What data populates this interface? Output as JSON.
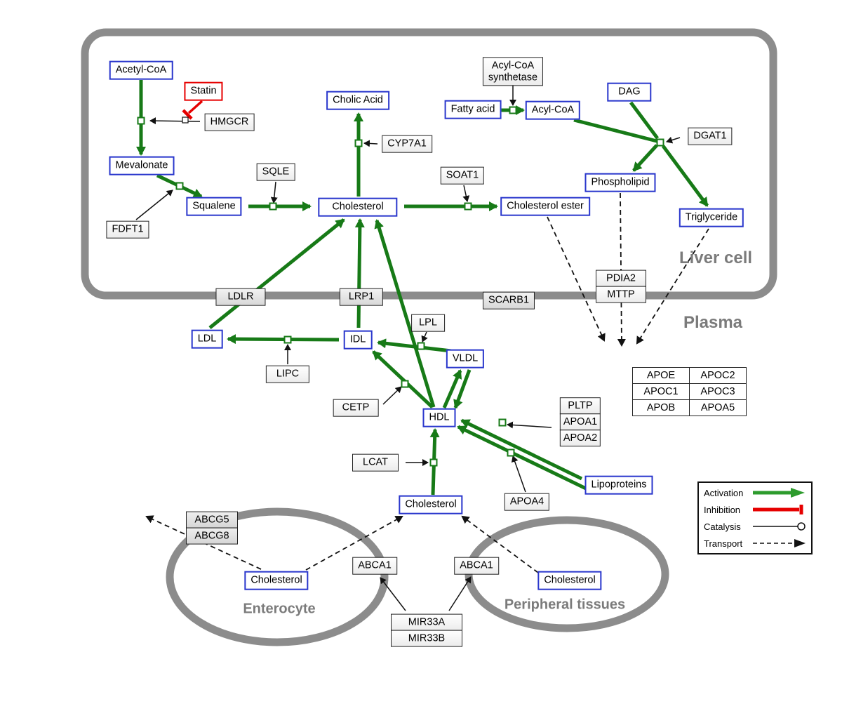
{
  "regions": {
    "liver_cell": "Liver cell",
    "plasma": "Plasma",
    "enterocyte": "Enterocyte",
    "peripheral_tissues": "Peripheral tissues"
  },
  "nodes": {
    "acetyl_coa": "Acetyl-CoA",
    "statin": "Statin",
    "hmgcr": "HMGCR",
    "mevalonate": "Mevalonate",
    "fdft1": "FDFT1",
    "squalene": "Squalene",
    "sqle": "SQLE",
    "cholesterol_liver": "Cholesterol",
    "cholic_acid": "Cholic Acid",
    "cyp7a1": "CYP7A1",
    "soat1": "SOAT1",
    "cholesterol_ester": "Cholesterol ester",
    "acyl_coa_synth_1": "Acyl-CoA",
    "acyl_coa_synth_2": "synthetase",
    "fatty_acid": "Fatty acid",
    "acyl_coa": "Acyl-CoA",
    "dag": "DAG",
    "dgat1": "DGAT1",
    "phospholipid": "Phospholipid",
    "triglyceride": "Triglyceride",
    "ldlr": "LDLR",
    "lrp1": "LRP1",
    "scarb1": "SCARB1",
    "pdia2": "PDIA2",
    "mttp": "MTTP",
    "ldl": "LDL",
    "idl": "IDL",
    "lipc": "LIPC",
    "lpl": "LPL",
    "vldl": "VLDL",
    "cetp": "CETP",
    "hdl": "HDL",
    "pltp": "PLTP",
    "apoa1": "APOA1",
    "apoa2": "APOA2",
    "lcat": "LCAT",
    "apoa4": "APOA4",
    "lipoproteins": "Lipoproteins",
    "cholesterol_plasma": "Cholesterol",
    "abcg5": "ABCG5",
    "abcg8": "ABCG8",
    "cholesterol_enterocyte": "Cholesterol",
    "abca1_left": "ABCA1",
    "abca1_right": "ABCA1",
    "cholesterol_peripheral": "Cholesterol",
    "mir33a": "MIR33A",
    "mir33b": "MIR33B"
  },
  "apo_table": {
    "rows": [
      [
        "APOE",
        "APOC2"
      ],
      [
        "APOC1",
        "APOC3"
      ],
      [
        "APOB",
        "APOA5"
      ]
    ]
  },
  "legend": {
    "activation": "Activation",
    "inhibition": "Inhibition",
    "catalysis": "Catalysis",
    "transport": "Transport"
  },
  "colors": {
    "activation_green": "#177a17",
    "inhibition_red": "#e60000",
    "metabolite_blue": "#2936cc",
    "compartment_gray": "#8c8c8c"
  }
}
